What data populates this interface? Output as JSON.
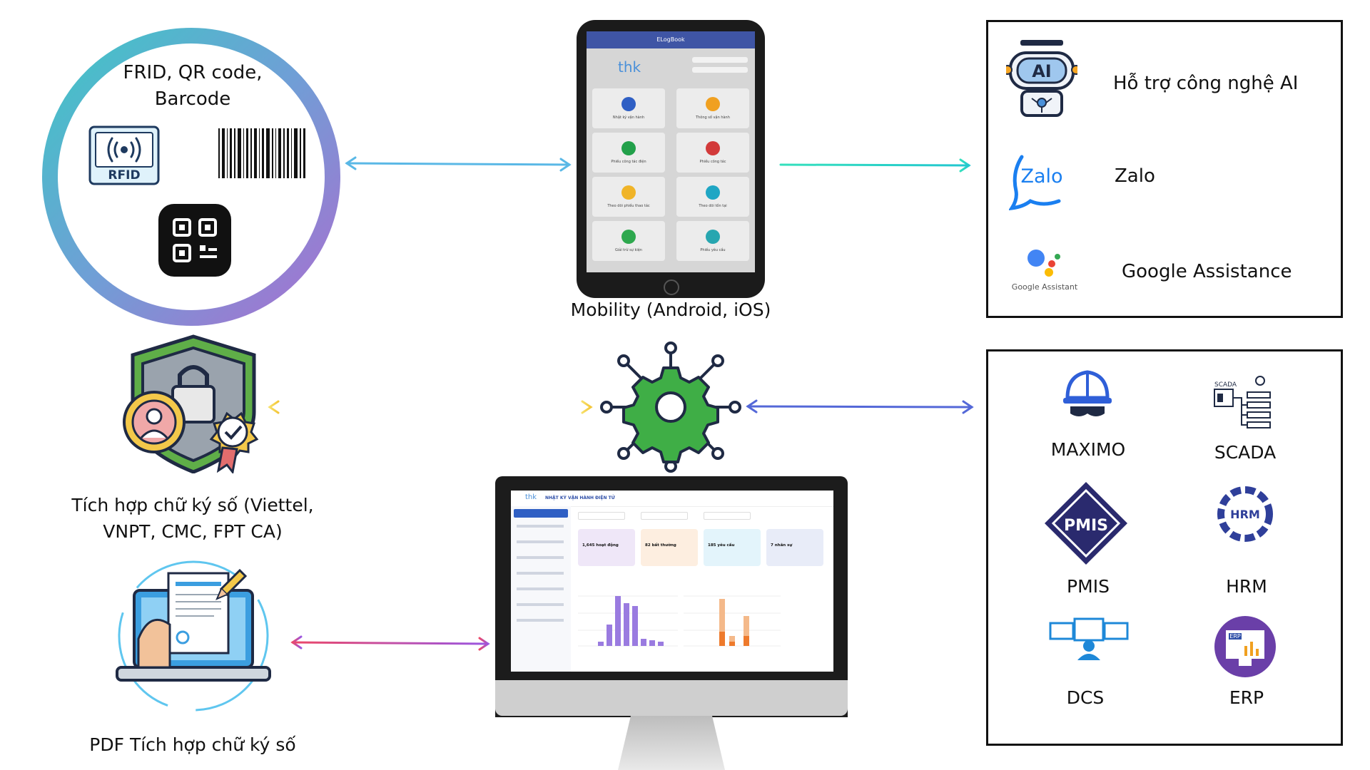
{
  "rfid_group": {
    "title_line1": "FRID, QR code,",
    "title_line2": "Barcode",
    "rfid_tag": "RFID"
  },
  "mobility": {
    "label": "Mobility (Android, iOS)",
    "app_title": "ELogBook",
    "brand": "thk",
    "tiles": [
      {
        "label": "Nhật ký vận hành",
        "color": "#2f5fc4"
      },
      {
        "label": "Thông số vận hành",
        "color": "#f0a020"
      },
      {
        "label": "Phiếu công tác điện",
        "color": "#22a04a"
      },
      {
        "label": "Phiếu công tác",
        "color": "#d23a3a"
      },
      {
        "label": "Theo dõi phiếu thao tác",
        "color": "#f0b428"
      },
      {
        "label": "Theo dõi tồn tại",
        "color": "#1fa6c4"
      },
      {
        "label": "Giải trừ sự kiện",
        "color": "#2ea84e"
      },
      {
        "label": "Phiếu yêu cầu",
        "color": "#27a6b0"
      }
    ]
  },
  "ai_box": {
    "items": [
      {
        "label": "Hỗ trợ công nghệ AI",
        "icon": "ai-robot-icon",
        "icon_text": "AI"
      },
      {
        "label": "Zalo",
        "icon": "zalo-icon",
        "icon_text": "Zalo"
      },
      {
        "label": "Google Assistance",
        "icon": "google-assistant-icon",
        "icon_text": "Google Assistant"
      }
    ]
  },
  "signature": {
    "line1": "Tích hợp chữ ký số (Viettel,",
    "line2": "VNPT, CMC, FPT CA)"
  },
  "pdf": {
    "label": "PDF Tích hợp chữ ký số"
  },
  "systems_box": {
    "items": [
      {
        "label": "MAXIMO",
        "icon": "helmet-icon"
      },
      {
        "label": "SCADA",
        "icon": "scada-icon",
        "icon_text": "SCADA"
      },
      {
        "label": "PMIS",
        "icon": "pmis-icon",
        "icon_text": "PMIS"
      },
      {
        "label": "HRM",
        "icon": "hrm-icon",
        "icon_text": "HRM"
      },
      {
        "label": "DCS",
        "icon": "dcs-icon"
      },
      {
        "label": "ERP",
        "icon": "erp-icon",
        "icon_text": "ERP"
      }
    ]
  },
  "desktop": {
    "brand": "thk",
    "title": "NHẬT KÝ VẬN HÀNH ĐIỆN TỬ",
    "cards": [
      {
        "value": "1,645 hoạt động",
        "color": "#efe7f8"
      },
      {
        "value": "82 bất thường",
        "color": "#fdeee0"
      },
      {
        "value": "185 yêu cầu",
        "color": "#e3f4fb"
      },
      {
        "value": "7 nhân sự",
        "color": "#e8ecf8"
      }
    ]
  },
  "colors": {
    "arrow_blue": "#5ab8e6",
    "arrow_teal": "#2ad4c0",
    "arrow_yellow": "#f5d54a",
    "arrow_indigo": "#5468d8",
    "arrow_pink": "#e8507a",
    "arrow_purple": "#9a58e0"
  }
}
